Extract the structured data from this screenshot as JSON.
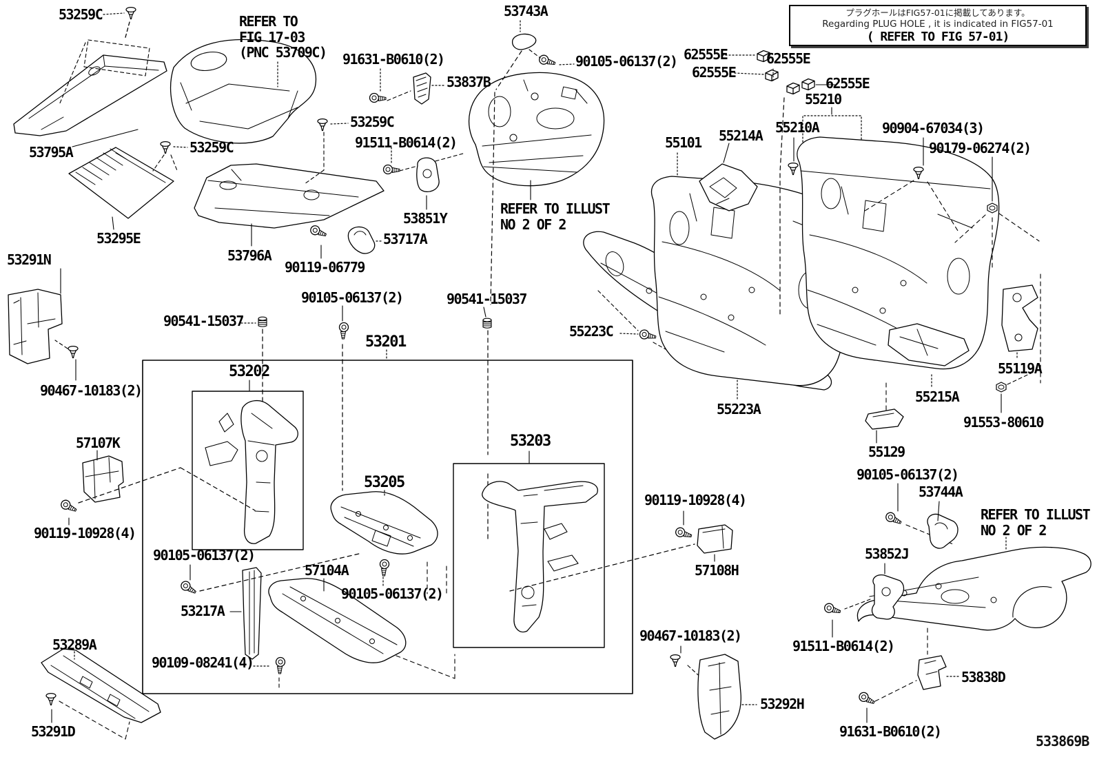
{
  "note_box": {
    "line1_jp": "プラグホールはFIG57-01に掲載してあります。",
    "line2_en": "Regarding PLUG HOLE , it is indicated in FIG57-01",
    "line3_ref": "( REFER TO FIG 57-01)"
  },
  "diagram_code": "533869B",
  "labels": {
    "l53259c_a": "53259C",
    "refer_fig_l1": "REFER TO",
    "refer_fig_l2": "FIG 17-03",
    "refer_fig_l3": "(PNC 53709C)",
    "l53795a": "53795A",
    "l53259c_b": "53259C",
    "l53259c_c": "53259C",
    "l91631_top": "91631-B0610(2)",
    "l53837b": "53837B",
    "l53743a": "53743A",
    "l90105_top": "90105-06137(2)",
    "l91511_top": "91511-B0614(2)",
    "l53295e": "53295E",
    "l53796a": "53796A",
    "l53851y": "53851Y",
    "l53717a": "53717A",
    "l90119_06779": "90119-06779",
    "l53291n": "53291N",
    "l90541_left": "90541-15037",
    "l90105_mid": "90105-06137(2)",
    "l90541_right": "90541-15037",
    "l53201": "53201",
    "l53202": "53202",
    "l53203": "53203",
    "l53205": "53205",
    "l90467_left": "90467-10183(2)",
    "l57107k": "57107K",
    "l90119_left": "90119-10928(4)",
    "l90105_bl": "90105-06137(2)",
    "l53217a": "53217A",
    "l57104a": "57104A",
    "l90105_bc": "90105-06137(2)",
    "l90109": "90109-08241(4)",
    "l53289a": "53289A",
    "l53291d": "53291D",
    "refer_illust1_l1": "REFER TO ILLUST",
    "refer_illust1_l2": "NO 2 OF 2",
    "l55223c": "55223C",
    "l55223a": "55223A",
    "l55101": "55101",
    "l55214a": "55214A",
    "l55210a": "55210A",
    "l55210": "55210",
    "l62555e_a": "62555E",
    "l62555e_b": "62555E",
    "l62555e_c": "62555E",
    "l62555e_d": "62555E",
    "l90904": "90904-67034(3)",
    "l90179": "90179-06274(2)",
    "l55119a": "55119A",
    "l55215a": "55215A",
    "l91553": "91553-80610",
    "l55129": "55129",
    "l90105_right": "90105-06137(2)",
    "l53744a": "53744A",
    "refer_illust2_l1": "REFER TO ILLUST",
    "refer_illust2_l2": "NO 2 OF 2",
    "l53852j": "53852J",
    "l91511_bottom": "91511-B0614(2)",
    "l53838d": "53838D",
    "l91631_bottom": "91631-B0610(2)",
    "l90119_center": "90119-10928(4)",
    "l57108h": "57108H",
    "l90467_center": "90467-10183(2)",
    "l53292h": "53292H"
  }
}
